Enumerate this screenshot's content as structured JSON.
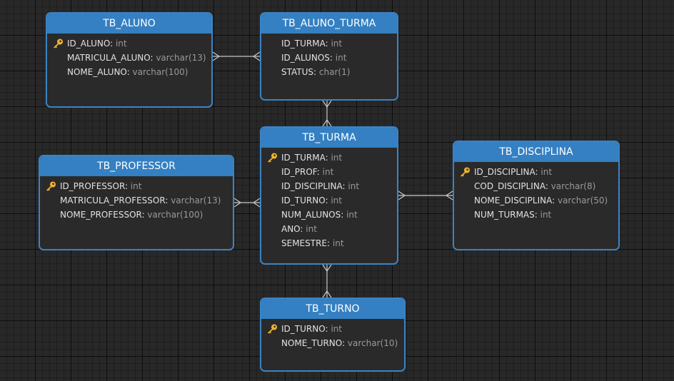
{
  "tables": {
    "aluno": {
      "title": "TB_ALUNO",
      "fields": [
        {
          "name": "ID_ALUNO",
          "sep": ": ",
          "type": "int",
          "pk": true
        },
        {
          "name": "MATRICULA_ALUNO",
          "sep": ": ",
          "type": "varchar(13)",
          "pk": false
        },
        {
          "name": "NOME_ALUNO",
          "sep": ": ",
          "type": "varchar(100)",
          "pk": false
        }
      ]
    },
    "aluno_turma": {
      "title": "TB_ALUNO_TURMA",
      "fields": [
        {
          "name": "ID_TURMA",
          "sep": ": ",
          "type": "int",
          "pk": false
        },
        {
          "name": "ID_ALUNOS",
          "sep": ": ",
          "type": "int",
          "pk": false
        },
        {
          "name": "STATUS",
          "sep": ": ",
          "type": "char(1)",
          "pk": false
        }
      ]
    },
    "turma": {
      "title": "TB_TURMA",
      "fields": [
        {
          "name": "ID_TURMA",
          "sep": ": ",
          "type": "int",
          "pk": true
        },
        {
          "name": "ID_PROF",
          "sep": ": ",
          "type": "int",
          "pk": false
        },
        {
          "name": "ID_DISCIPLINA",
          "sep": ": ",
          "type": "int",
          "pk": false
        },
        {
          "name": "ID_TURNO",
          "sep": ": ",
          "type": "int",
          "pk": false
        },
        {
          "name": "NUM_ALUNOS",
          "sep": ": ",
          "type": "int",
          "pk": false
        },
        {
          "name": "ANO",
          "sep": ": ",
          "type": "int",
          "pk": false
        },
        {
          "name": "SEMESTRE",
          "sep": ": ",
          "type": "int",
          "pk": false
        }
      ]
    },
    "professor": {
      "title": "TB_PROFESSOR",
      "fields": [
        {
          "name": "ID_PROFESSOR",
          "sep": ": ",
          "type": "int",
          "pk": true
        },
        {
          "name": "MATRICULA_PROFESSOR",
          "sep": ": ",
          "type": "varchar(13)",
          "pk": false
        },
        {
          "name": "NOME_PROFESSOR",
          "sep": ": ",
          "type": "varchar(100)",
          "pk": false
        }
      ]
    },
    "disciplina": {
      "title": "TB_DISCIPLINA",
      "fields": [
        {
          "name": "ID_DISCIPLINA",
          "sep": ": ",
          "type": "int",
          "pk": true
        },
        {
          "name": "COD_DISCIPLINA",
          "sep": ": ",
          "type": "varchar(8)",
          "pk": false
        },
        {
          "name": "NOME_DISCIPLINA",
          "sep": ": ",
          "type": "varchar(50)",
          "pk": false
        },
        {
          "name": "NUM_TURMAS",
          "sep": ": ",
          "type": "int",
          "pk": false
        }
      ]
    },
    "turno": {
      "title": "TB_TURNO",
      "fields": [
        {
          "name": "ID_TURNO",
          "sep": ": ",
          "type": "int",
          "pk": true
        },
        {
          "name": "NOME_TURNO",
          "sep": ": ",
          "type": "varchar(10)",
          "pk": false
        }
      ]
    }
  },
  "relationships": [
    {
      "from": "aluno",
      "to": "aluno_turma"
    },
    {
      "from": "aluno_turma",
      "to": "turma"
    },
    {
      "from": "professor",
      "to": "turma"
    },
    {
      "from": "turma",
      "to": "disciplina"
    },
    {
      "from": "turma",
      "to": "turno"
    }
  ],
  "colors": {
    "header": "#3480c2",
    "border": "#3b83c4",
    "body": "#2a2a2a",
    "field_name": "#e2e2e2",
    "field_type": "#9a9a9a",
    "key_icon": "#f0b431",
    "connector": "#c8c8c8",
    "canvas": "#282828"
  },
  "icons": {
    "primary_key": "key-icon"
  }
}
